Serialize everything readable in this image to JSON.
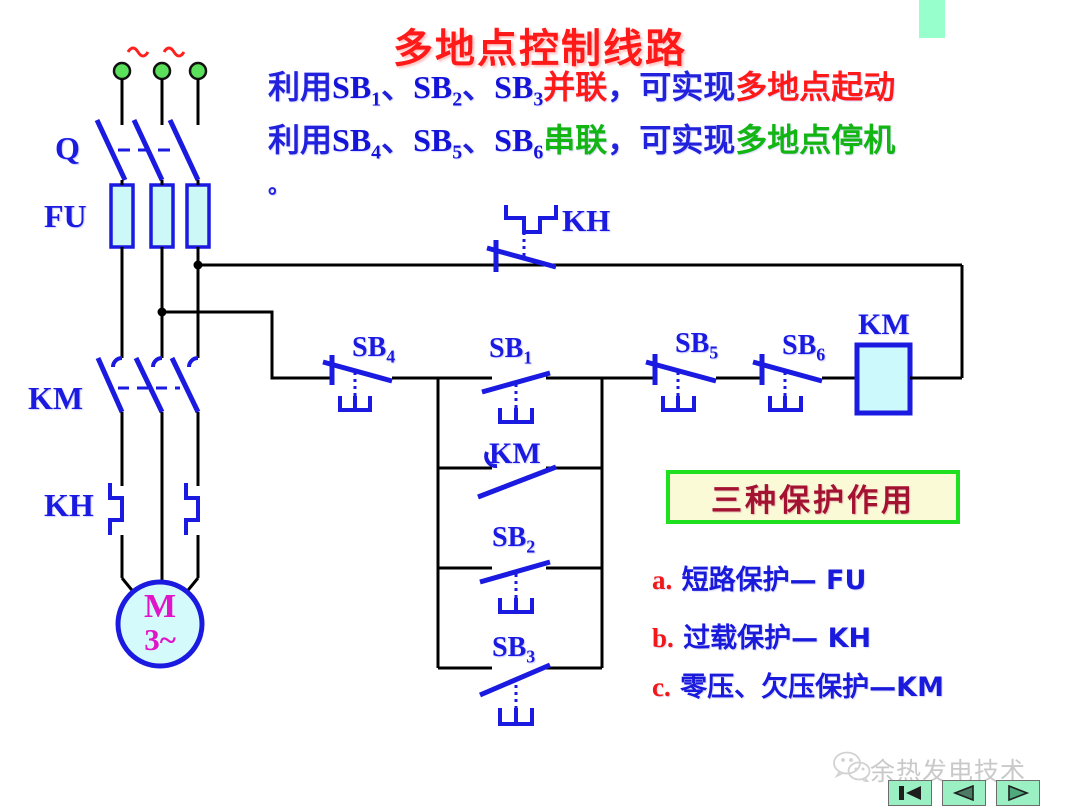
{
  "slide": {
    "title": "多地点控制线路",
    "title_color": "#FF1A1A",
    "background": "#FFFFFF",
    "accent_green": "#96FFCB"
  },
  "description": {
    "line1": {
      "seg1": "利用",
      "sb_a": "SB",
      "sb_a_sub": "1",
      "sep1": "、",
      "sb_b": "SB",
      "sb_b_sub": "2",
      "sep2": "、",
      "sb_c": "SB",
      "sb_c_sub": "3",
      "connect": "并联",
      "middle": "，可实现",
      "result": "多地点起动",
      "connect_color": "#FF1A1A",
      "result_color": "#FF1A1A"
    },
    "line2": {
      "seg1": "利用",
      "sb_a": "SB",
      "sb_a_sub": "4",
      "sep1": "、",
      "sb_b": "SB",
      "sb_b_sub": "5",
      "sep2": "、",
      "sb_c": "SB",
      "sb_c_sub": "6",
      "connect": "串联",
      "middle": "，可实现",
      "result": "多地点停机",
      "connect_color": "#12B512",
      "result_color": "#12B512"
    },
    "line3": "。"
  },
  "circuit": {
    "supply_marks": [
      "~",
      "~"
    ],
    "labels": {
      "disconnect": "Q",
      "fuse": "FU",
      "contactor_main": "KM",
      "thermal_main": "KH",
      "motor_line1": "M",
      "motor_line2": "3~",
      "control_thermal": "KH",
      "sb4": "SB",
      "sb4_sub": "4",
      "sb1": "SB",
      "sb1_sub": "1",
      "sb5": "SB",
      "sb5_sub": "5",
      "sb6": "SB",
      "sb6_sub": "6",
      "km_coil": "KM",
      "km_aux": "KM",
      "sb2": "SB",
      "sb2_sub": "2",
      "sb3": "SB",
      "sb3_sub": "3"
    },
    "colors": {
      "wire": "#000000",
      "symbol": "#1A1AE0",
      "fuse_fill": "#CDF8F8",
      "coil_fill": "#CCF9FC",
      "motor_fill": "#D5FAFB",
      "motor_text": "#E014C8",
      "terminal_fill": "#5BE05B"
    }
  },
  "protection": {
    "heading": "三种保护作用",
    "heading_color": "#A41232",
    "box_bg": "#FAFAD7",
    "box_border": "#1FE01F",
    "items": [
      {
        "mark": "a.",
        "text": "短路保护— FU"
      },
      {
        "mark": "b.",
        "text": "过载保护— KH"
      },
      {
        "mark": "c.",
        "text": "零压、欠压保护—KM"
      }
    ]
  },
  "footer": {
    "watermark": "余热发电技术",
    "nav": {
      "first_label": "first-slide",
      "prev_label": "previous-slide",
      "next_label": "next-slide"
    }
  }
}
